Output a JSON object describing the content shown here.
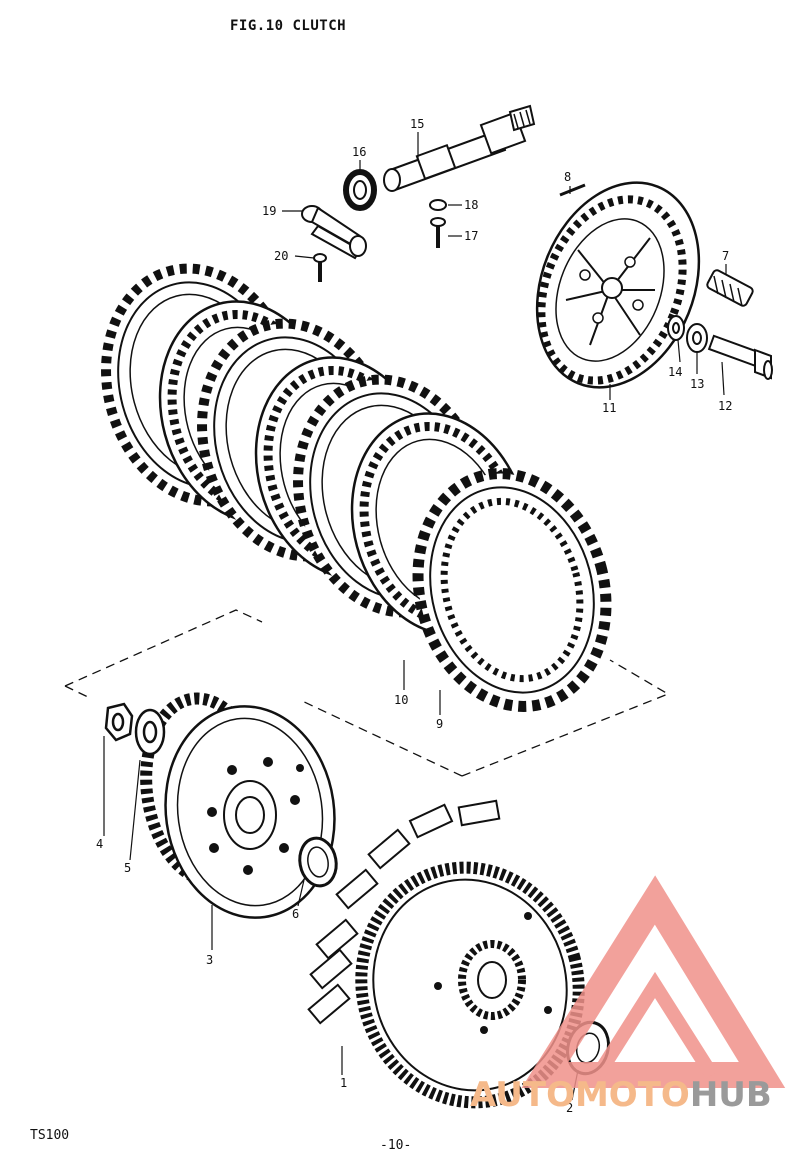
{
  "figure": {
    "title": "FIG.10  CLUTCH",
    "model_code": "TS100",
    "page_number": "-10-"
  },
  "callouts": [
    "1",
    "2",
    "3",
    "4",
    "5",
    "6",
    "7",
    "8",
    "9",
    "10",
    "11",
    "12",
    "13",
    "14",
    "15",
    "16",
    "17",
    "18",
    "19",
    "20"
  ],
  "watermark": {
    "text_light": "AUTOMOTO",
    "text_dark": "HUB",
    "colors": {
      "logo": "#f0918a",
      "text_light": "#f5b98a",
      "text_dark": "#9a9a9a"
    },
    "icon": "triangle-logo-icon"
  },
  "colors": {
    "ink": "#111111",
    "paper": "#ffffff"
  }
}
